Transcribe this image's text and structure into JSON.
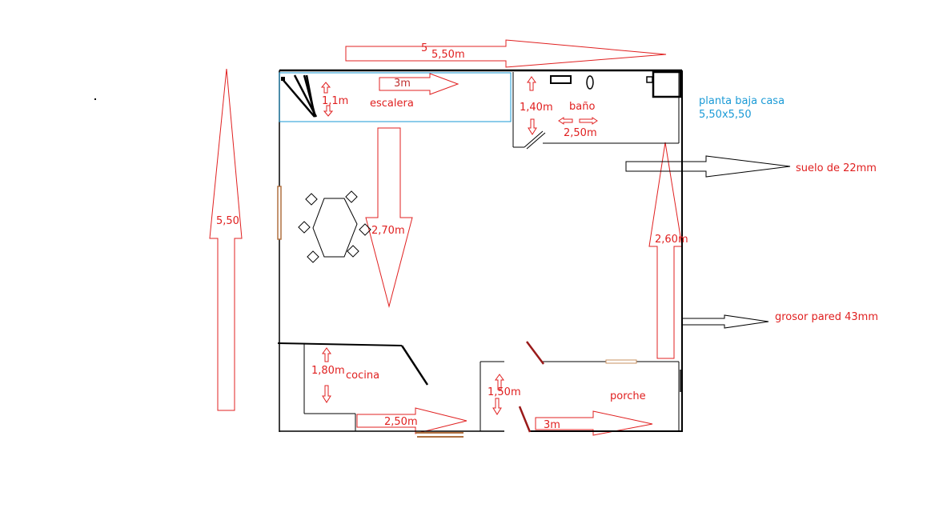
{
  "colors": {
    "wall": "#000000",
    "dimension": "#e02020",
    "blue": "#1a9ad6",
    "door": "#9a1a1a",
    "window": "#b07040"
  },
  "labels": {
    "overall_width_small": "5",
    "overall_width": "5,50m",
    "overall_height": "5,50",
    "stair_width": "3m",
    "stair_depth": "1,1m",
    "stair_room": "escalera",
    "bath_depth": "1,40m",
    "bath_room": "baño",
    "bath_width": "2,50m",
    "plan_title": "planta baja casa",
    "plan_size": "5,50x5,50",
    "floor_note": "suelo de 22mm",
    "wall_note": "grosor pared 43mm",
    "living_depth": "2,70m",
    "right_depth": "2,60m",
    "kitchen_depth": "1,80m",
    "kitchen_room": "cocina",
    "kitchen_width": "2,50m",
    "porch_depth": "1,50m",
    "porch_room": "porche",
    "porch_width": "3m"
  },
  "icons": {
    "arrow": "outline-arrow-icon",
    "table": "dining-table-icon",
    "chair": "chair-icon",
    "toilet": "toilet-icon",
    "shower": "shower-icon",
    "sink": "sink-icon"
  }
}
